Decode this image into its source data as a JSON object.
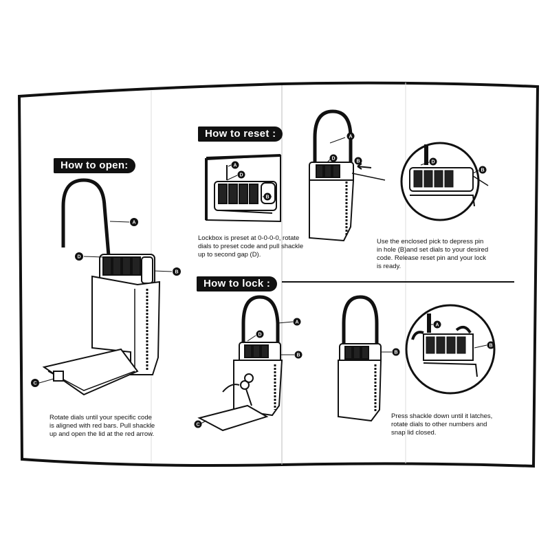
{
  "sections": {
    "open": {
      "heading": "How to open:",
      "caption": [
        "Rotate dials until your specific code",
        "is aligned with red bars. Pull shackle",
        "up and open the lid at the red arrow."
      ]
    },
    "reset": {
      "heading": "How to reset :",
      "caption_left": [
        "Lockbox is preset at 0-0-0-0, rotate",
        "dials to preset code and pull shackle",
        "up to second gap (D)."
      ],
      "caption_right": [
        "Use the enclosed pick to depress pin",
        "in hole (B)and set dials to your desired",
        "code. Release reset pin and your lock",
        "is ready."
      ]
    },
    "lock": {
      "heading": "How to lock :",
      "caption": [
        "Press shackle down until it latches,",
        "rotate dials to other numbers and",
        "snap lid closed."
      ]
    }
  },
  "callouts": {
    "a": "A",
    "b": "B",
    "c": "C",
    "d": "D"
  }
}
